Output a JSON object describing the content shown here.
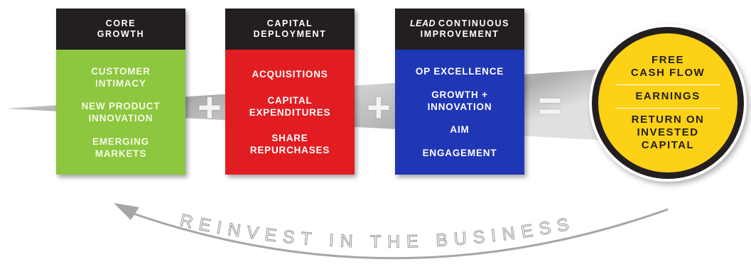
{
  "core_growth": {
    "header": [
      "CORE",
      "GROWTH"
    ],
    "items": [
      [
        "CUSTOMER",
        "INTIMACY"
      ],
      [
        "NEW PRODUCT",
        "INNOVATION"
      ],
      [
        "EMERGING",
        "MARKETS"
      ]
    ]
  },
  "capital_deployment": {
    "header": [
      "CAPITAL",
      "DEPLOYMENT"
    ],
    "items": [
      [
        "ACQUISITIONS"
      ],
      [
        "CAPITAL",
        "EXPENDITURES"
      ],
      [
        "SHARE",
        "REPURCHASES"
      ]
    ]
  },
  "lead": {
    "logo": "LEAD",
    "header": [
      "CONTINUOUS",
      "IMPROVEMENT"
    ],
    "items": [
      [
        "OP EXCELLENCE"
      ],
      [
        "GROWTH +",
        "INNOVATION"
      ],
      [
        "AIM"
      ],
      [
        "ENGAGEMENT"
      ]
    ]
  },
  "operators": {
    "plus": "+",
    "equals": "="
  },
  "results": {
    "items": [
      [
        "FREE",
        "CASH FLOW"
      ],
      [
        "EARNINGS"
      ],
      [
        "RETURN ON",
        "INVESTED",
        "CAPITAL"
      ]
    ]
  },
  "reinvest": {
    "text": "REINVEST IN THE BUSINESS"
  },
  "colors": {
    "green": "#8dc63f",
    "red": "#e11d22",
    "blue": "#1f36b5",
    "yellow": "#fcd116",
    "dark": "#231f20",
    "steel": "#b9b9b9"
  }
}
